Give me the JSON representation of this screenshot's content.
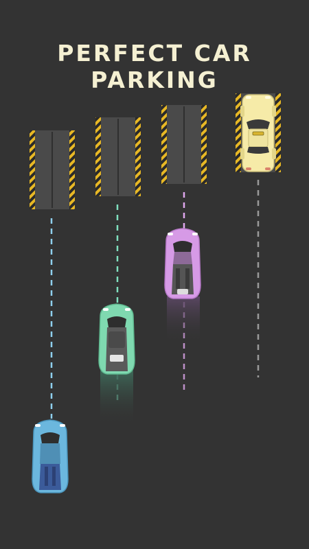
{
  "game": {
    "title": "PERFECT CAR PARKING",
    "background_color": "#333333",
    "title_color": "#f5f0d2"
  },
  "parking_spots": [
    {
      "name": "spot-lane-1",
      "occupied": false
    },
    {
      "name": "spot-lane-2",
      "occupied": false
    },
    {
      "name": "spot-lane-3",
      "occupied": false
    },
    {
      "name": "spot-lane-4",
      "occupied": true,
      "parked_car": "taxi-car"
    }
  ],
  "cars": [
    {
      "name": "blue-car",
      "color": "#6bb7de",
      "lane": 1,
      "path_color": "#8fd0ee"
    },
    {
      "name": "green-car",
      "color": "#7fd9b0",
      "lane": 2,
      "path_color": "#7fe0bf"
    },
    {
      "name": "purple-car",
      "color": "#d69ae6",
      "lane": 3,
      "path_color": "#e0a8ee"
    },
    {
      "name": "taxi-car",
      "color": "#f6eba8",
      "lane": 4,
      "path_color": "#9a9a9a"
    }
  ],
  "colors": {
    "spot_fill": "#4a4a4a",
    "spot_stripe_yellow": "#e8b825",
    "spot_stripe_dark": "#2a2a2a"
  }
}
